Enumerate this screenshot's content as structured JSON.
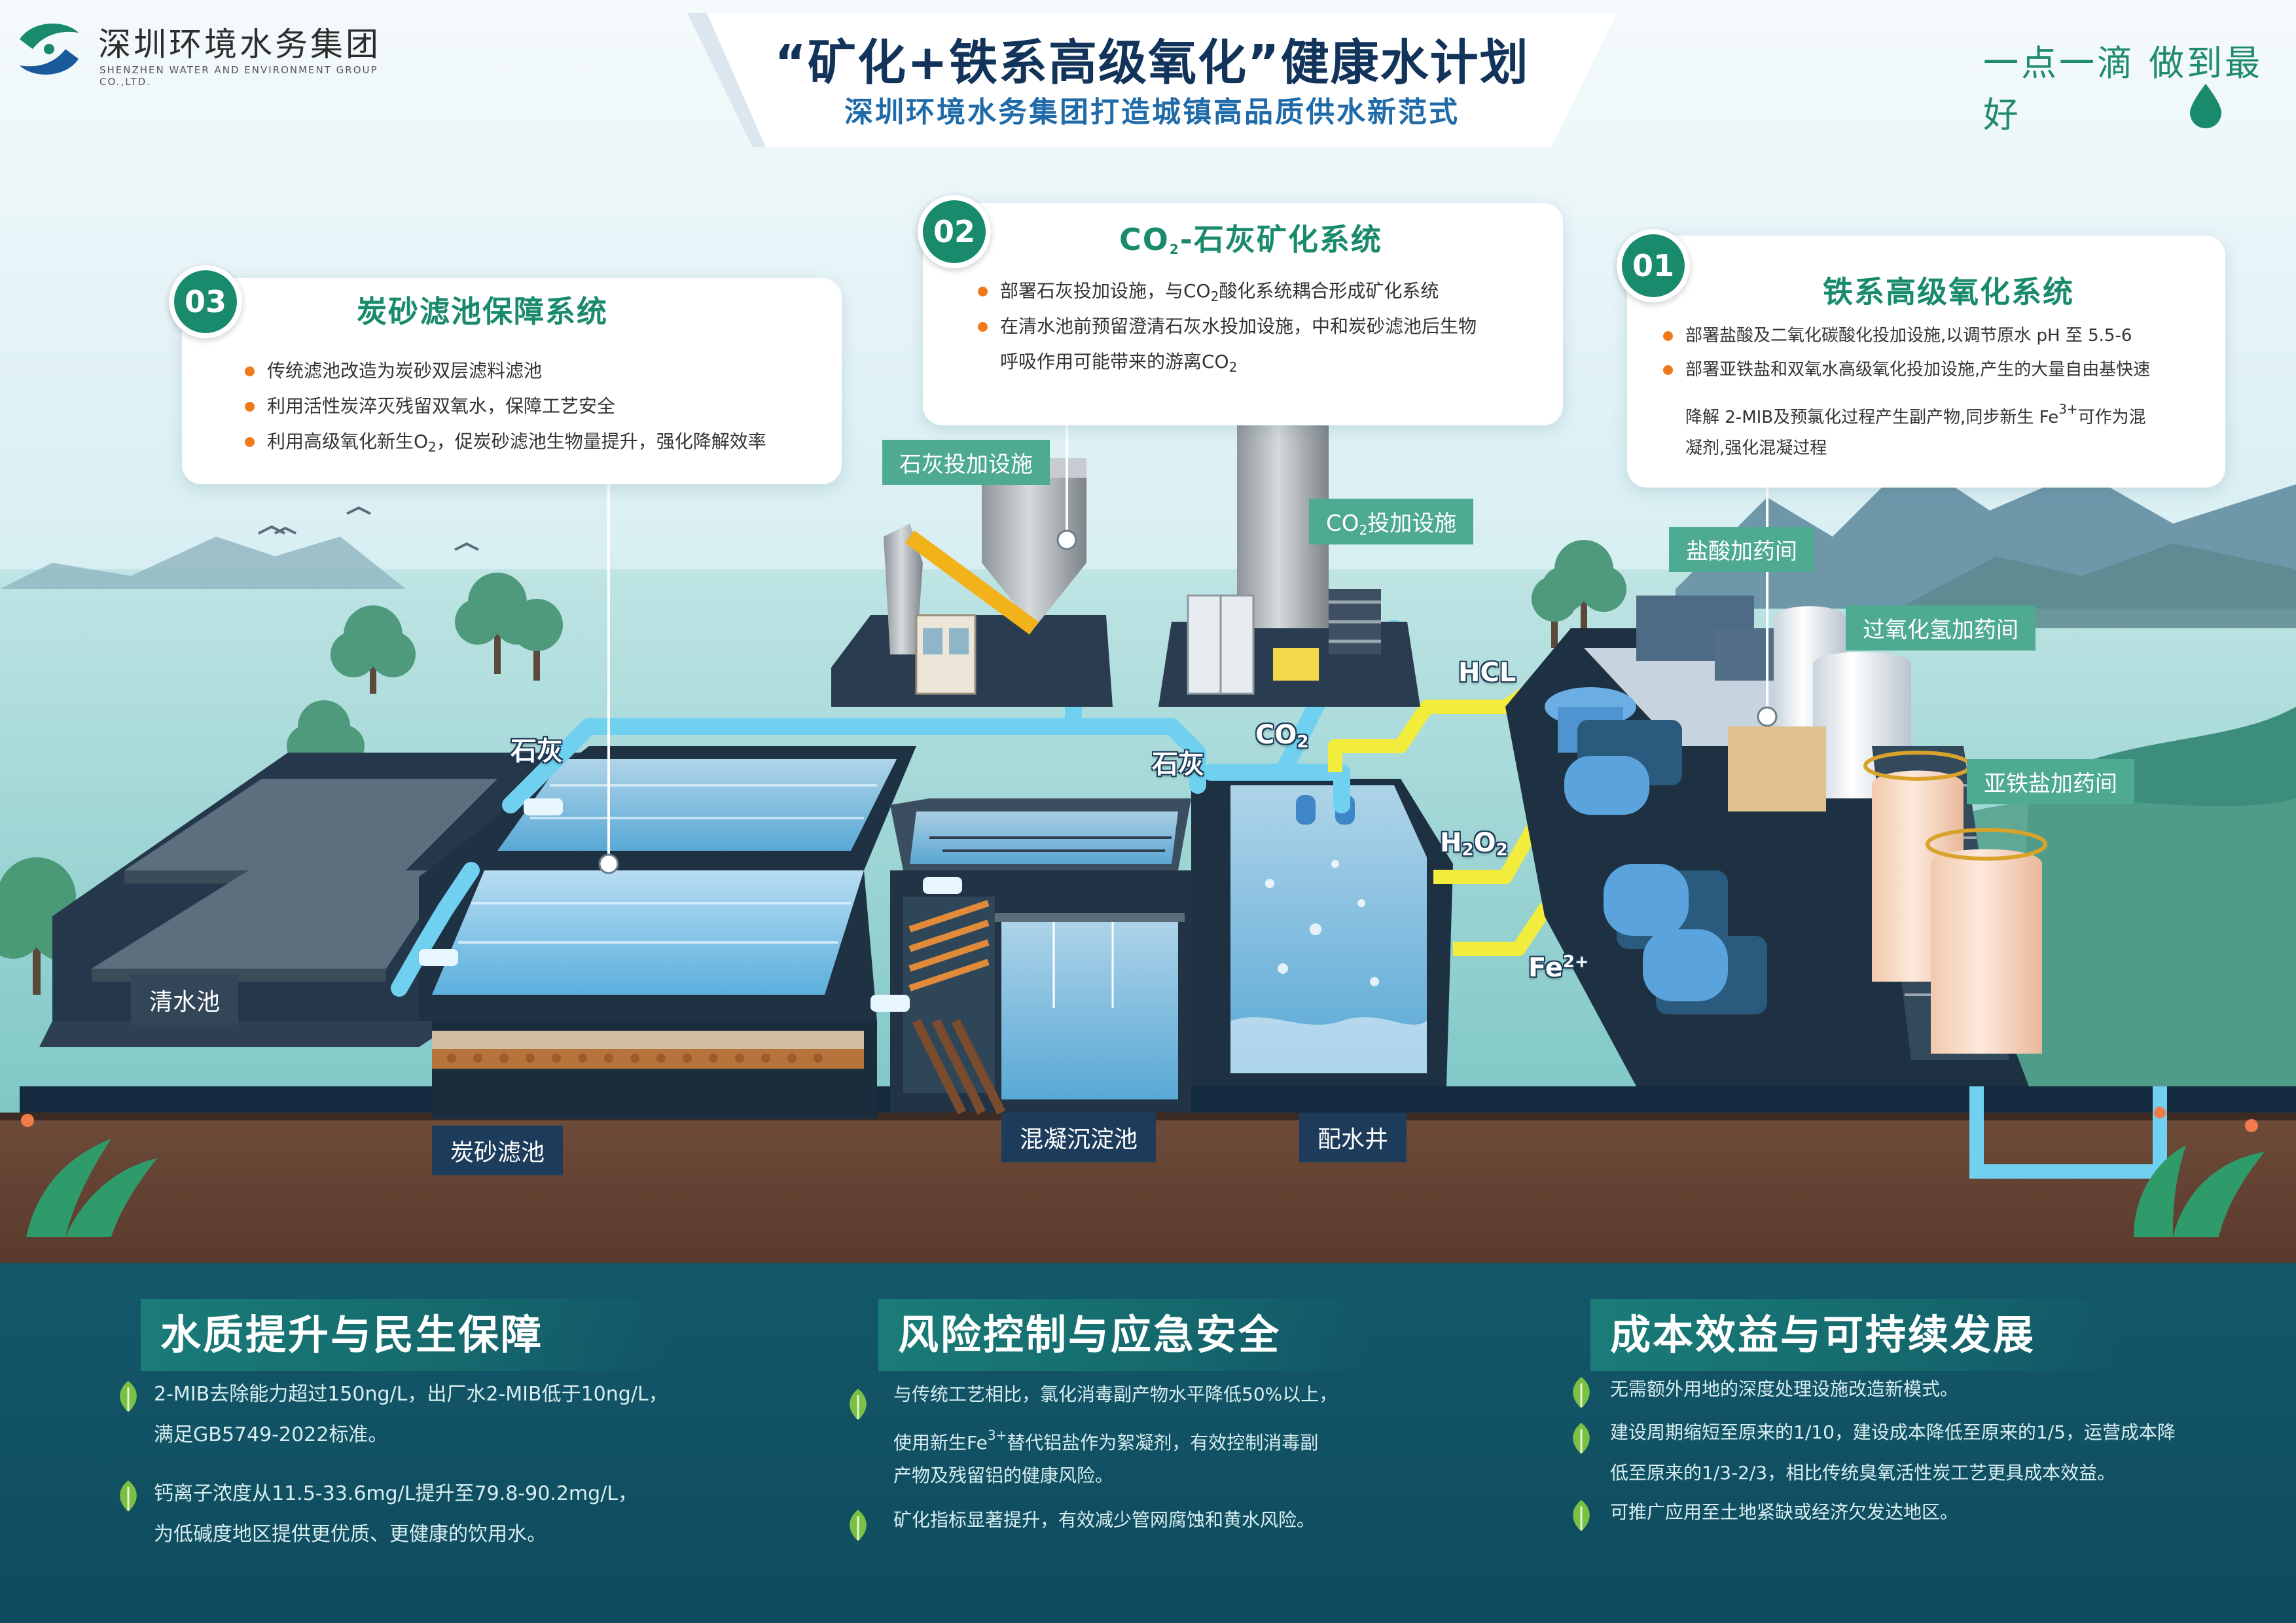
{
  "header": {
    "brand_cn": "深圳环境水务集团",
    "brand_en": "SHENZHEN WATER AND ENVIRONMENT GROUP CO.,LTD.",
    "title": "“矿化+铁系高级氧化”健康水计划",
    "subtitle": "深圳环境水务集团打造城镇高品质供水新范式",
    "slogan": "一点一滴 做到最好"
  },
  "boxes": {
    "b01": {
      "num": "01",
      "title": "铁系高级氧化系统",
      "l1": "部署盐酸及二氧化碳酸化投加设施,以调节原水 pH 至 5.5-6",
      "l2": "部署亚铁盐和双氧水高级氧化投加设施,产生的大量自由基快速",
      "l3a": "降解 2-MIB及预氯化过程产生副产物,同步新生 Fe",
      "l3sup": "3+",
      "l3b": "可作为混",
      "l4": "凝剂,强化混凝过程"
    },
    "b02": {
      "num": "02",
      "title_a": "CO",
      "title_sub": "2",
      "title_b": "-石灰矿化系统",
      "l1a": "部署石灰投加设施，与CO",
      "l1sub": "2",
      "l1b": "酸化系统耦合形成矿化系统",
      "l2": "在清水池前预留澄清石灰水投加设施，中和炭砂滤池后生物",
      "l3a": "呼吸作用可能带来的游离CO",
      "l3sub": "2"
    },
    "b03": {
      "num": "03",
      "title": "炭砂滤池保障系统",
      "l1": "传统滤池改造为炭砂双层滤料滤池",
      "l2": "利用活性炭淬灭残留双氧水，保障工艺安全",
      "l3a": "利用高级氧化新生O",
      "l3sub": "2",
      "l3b": "，促炭砂滤池生物量提升，强化降解效率"
    }
  },
  "facilities": {
    "lime": "石灰投加设施",
    "co2_a": "CO",
    "co2_sub": "2",
    "co2_b": "投加设施",
    "hcl_room": "盐酸加药间",
    "h2o2_room": "过氧化氢加药间",
    "fe_room": "亚铁盐加药间"
  },
  "pipes": {
    "lime1": "石灰",
    "lime2": "石灰",
    "co2_a": "CO",
    "co2_sub": "2",
    "hcl": "HCL",
    "h2o2_a": "H",
    "h2o2_sub1": "2",
    "h2o2_b": "O",
    "h2o2_sub2": "2",
    "fe_a": "Fe",
    "fe_sup": "2+"
  },
  "tanks": {
    "clear": "清水池",
    "filter": "炭砂滤池",
    "coag": "混凝沉淀池",
    "dist": "配水井"
  },
  "bottom": {
    "s1": {
      "title": "水质提升与民生保障",
      "p1a": "2-MIB去除能力超过150ng/L，出厂水2-MIB低于10ng/L，",
      "p1b": "满足GB5749-2022标准。",
      "p2a": "钙离子浓度从11.5-33.6mg/L提升至79.8-90.2mg/L，",
      "p2b": "为低碱度地区提供更优质、更健康的饮用水。"
    },
    "s2": {
      "title": "风险控制与应急安全",
      "p1a": "与传统工艺相比，氯化消毒副产物水平降低50%以上，",
      "p1b1": "使用新生Fe",
      "p1bsup": "3+",
      "p1b2": "替代铝盐作为絮凝剂，有效控制消毒副",
      "p1c": "产物及残留铝的健康风险。",
      "p2": "矿化指标显著提升，有效减少管网腐蚀和黄水风险。"
    },
    "s3": {
      "title": "成本效益与可持续发展",
      "p1": "无需额外用地的深度处理设施改造新模式。",
      "p2a": "建设周期缩短至原来的1/10，建设成本降低至原来的1/5，运营成本降",
      "p2b": "低至原来的1/3-2/3，相比传统臭氧活性炭工艺更具成本效益。",
      "p3": "可推广应用至土地紧缺或经济欠发达地区。"
    }
  },
  "colors": {
    "brand_green": "#1a8a6c",
    "title_navy": "#12335a",
    "bullet_orange": "#f07a1a",
    "pipe_blue": "#6fd0ef",
    "pipe_yellow": "#f2ec3c",
    "bottom_panel": "#13586a"
  }
}
